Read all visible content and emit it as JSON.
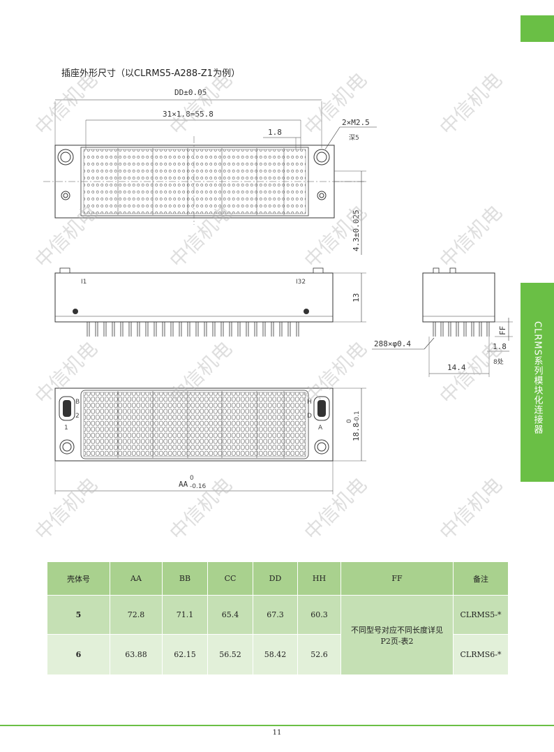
{
  "header": {
    "section_title": "插座外形尺寸（以CLRMS5-A288-Z1为例）",
    "side_tab_label": "CLRMS系列模块化连接器"
  },
  "drawing": {
    "dim_dd": "DD±0.05",
    "dim_pitch": "31×1.8=55.8",
    "dim_1_8_top": "1.8",
    "dim_thread": "2×M2.5",
    "dim_depth": "深5",
    "dim_4_3": "4.3±0.025",
    "dim_13": "13",
    "label_i1": "I1",
    "label_i32": "I32",
    "dim_ff": "FF",
    "dim_1_8_side": "1.8",
    "dim_8pos": "8处",
    "dim_pins": "288×φ0.4",
    "dim_14_4": "14.4",
    "dim_18_8": "18.8",
    "dim_18_8_tol_upper": "0",
    "dim_18_8_tol_lower": "-0.1",
    "dim_aa": "AA",
    "dim_aa_tol_upper": "0",
    "dim_aa_tol_lower": "-0.16",
    "label_a": "A",
    "label_1": "1",
    "label_h": "H",
    "label_d": "D",
    "label_b": "B",
    "label_2": "2"
  },
  "watermark": "中信机电",
  "table": {
    "headers": [
      "壳体号",
      "AA",
      "BB",
      "CC",
      "DD",
      "HH",
      "FF",
      "备注"
    ],
    "rows": [
      {
        "shell": "5",
        "aa": "72.8",
        "bb": "71.1",
        "cc": "65.4",
        "dd": "67.3",
        "hh": "60.3",
        "note": "CLRMS5-*"
      },
      {
        "shell": "6",
        "aa": "63.88",
        "bb": "62.15",
        "cc": "56.52",
        "dd": "58.42",
        "hh": "52.6",
        "note": "CLRMS6-*"
      }
    ],
    "ff_value": "不同型号对应不同长度详见P2页-表2"
  },
  "footer": {
    "page_number": "11"
  },
  "colors": {
    "accent_green": "#6abf45",
    "table_header": "#a9d18e",
    "table_row1": "#c5e0b4",
    "table_row2": "#e2f0d9"
  }
}
